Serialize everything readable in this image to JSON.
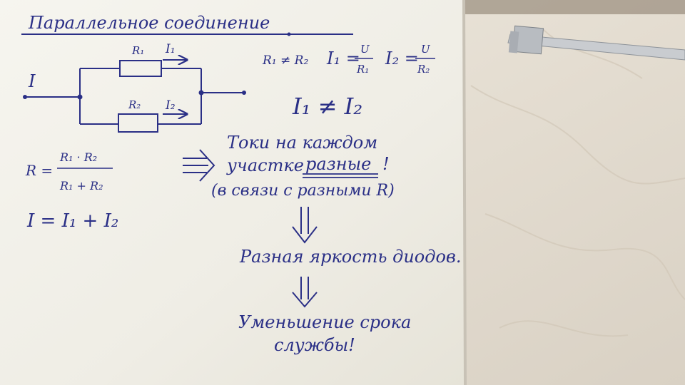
{
  "colors": {
    "ink": "#2a2f86",
    "paper": "#f3f1ea",
    "marble": "#e8e1d6",
    "caliper": "#c9ccd0"
  },
  "sheet": {
    "title": "Параллельное соединение",
    "circuit": {
      "current_total": "I",
      "r1": "R₁",
      "i1": "I₁",
      "r2": "R₂",
      "i2": "I₂"
    },
    "formulas": {
      "r_neq": "R₁ ≠ R₂",
      "i1_lhs": "I₁ =",
      "i1_num": "U",
      "i1_den": "R₁",
      "i2_lhs": "I₂ =",
      "i2_num": "U",
      "i2_den": "R₂",
      "i_neq": "I₁ ≠ I₂",
      "r_lhs": "R =",
      "r_num": "R₁ · R₂",
      "r_den": "R₁ + R₂",
      "i_sum": "I = I₁ + I₂"
    },
    "notes": {
      "line1": "Токи на каждом",
      "line2a": "участке",
      "line2b": "разные",
      "line2c": "!",
      "line3": "(в связи с разными R)",
      "line4": "Разная яркость диодов.",
      "line5": "Уменьшение срока",
      "line6": "службы!"
    }
  }
}
